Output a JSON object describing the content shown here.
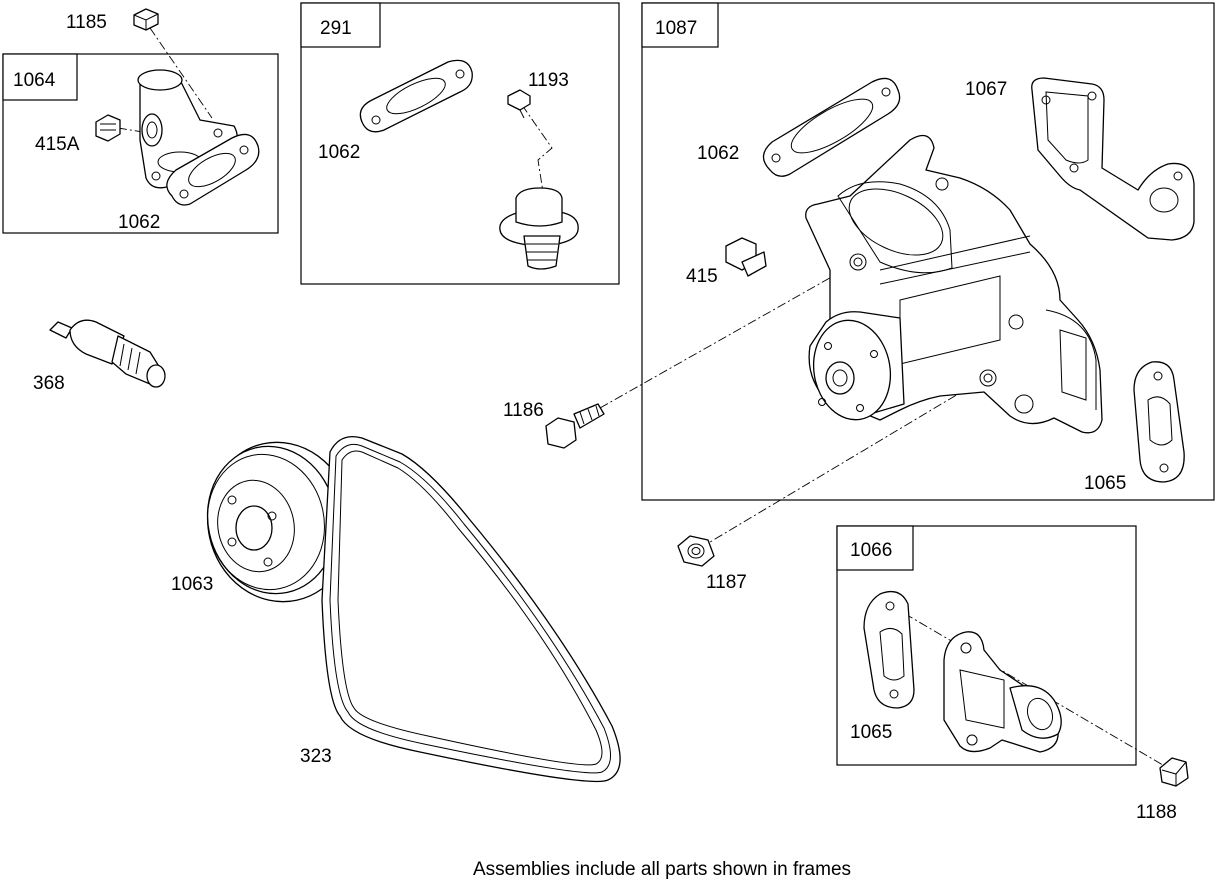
{
  "caption": "Assemblies include all parts shown in frames",
  "frames": {
    "f1064": "1064",
    "f291": "291",
    "f1087": "1087",
    "f1066": "1066"
  },
  "labels": {
    "l1185": "1185",
    "l415A": "415A",
    "l1062_a": "1062",
    "l1062_b": "1062",
    "l1062_c": "1062",
    "l1193": "1193",
    "l1067": "1067",
    "l415": "415",
    "l368": "368",
    "l1186": "1186",
    "l1065_a": "1065",
    "l1063": "1063",
    "l1187": "1187",
    "l1065_b": "1065",
    "l323": "323",
    "l1188": "1188"
  }
}
